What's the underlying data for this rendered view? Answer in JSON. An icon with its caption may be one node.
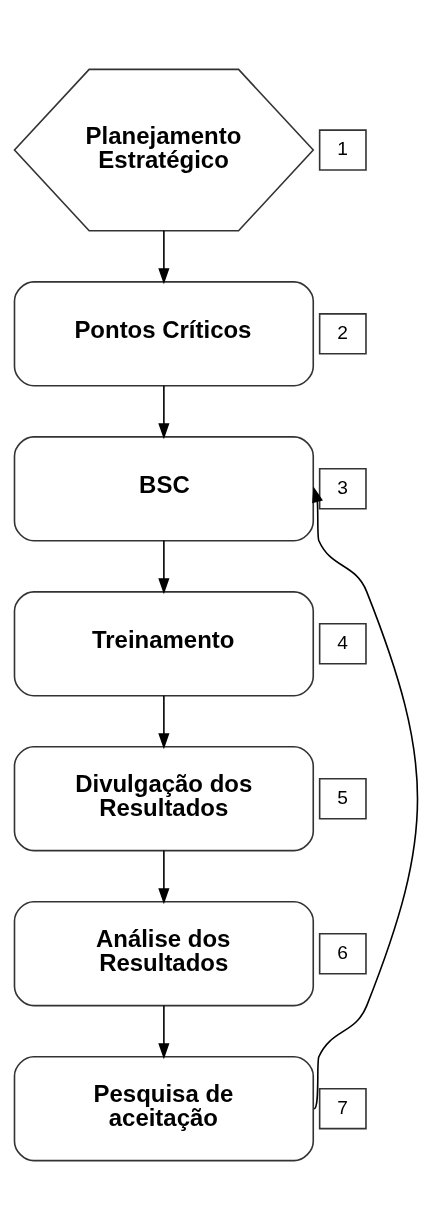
{
  "diagram": {
    "nodes": [
      {
        "text": [
          "Planejamento Estratégico"
        ]
      },
      {
        "text": [
          "1"
        ]
      },
      {
        "text": [
          "Pontos Críticos"
        ]
      },
      {
        "text": [
          "2"
        ]
      },
      {
        "text": [
          "BSC"
        ]
      },
      {
        "text": [
          "3"
        ]
      },
      {
        "text": [
          "Treinamento"
        ]
      },
      {
        "text": [
          "4"
        ]
      },
      {
        "text": [
          "Divulgação dos Resultados"
        ]
      },
      {
        "text": [
          "5"
        ]
      },
      {
        "text": [
          "Análise dos Resultados"
        ]
      },
      {
        "text": [
          "6"
        ]
      },
      {
        "text": [
          "Pesquisa de aceitação"
        ]
      },
      {
        "text": [
          "7"
        ]
      }
    ],
    "edges": [
      {
        "from": 0,
        "to": 2,
        "arrow": "to"
      },
      {
        "from": 2,
        "to": 4,
        "arrow": "to"
      },
      {
        "from": 4,
        "to": 6,
        "arrow": "to"
      },
      {
        "from": 6,
        "to": 8,
        "arrow": "to"
      },
      {
        "from": 8,
        "to": 10,
        "arrow": "to"
      },
      {
        "from": 10,
        "to": 12,
        "arrow": "to"
      },
      {
        "from": 12,
        "to": 4,
        "arrow": "to"
      }
    ]
  }
}
